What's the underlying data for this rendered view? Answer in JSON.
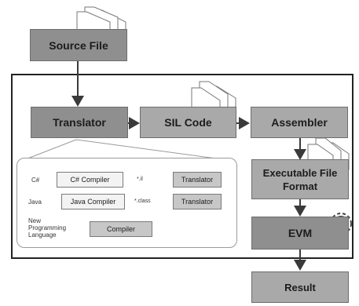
{
  "nodes": {
    "source_file": "Source File",
    "translator": "Translator",
    "sil_code": "SIL Code",
    "assembler": "Assembler",
    "executable_file_format": "Executable File Format",
    "evm": "EVM",
    "result": "Result"
  },
  "detail_panel": {
    "rows": [
      {
        "language": "C#",
        "compiler": "C# Compiler",
        "output": "*.il",
        "target": "Translator"
      },
      {
        "language": "Java",
        "compiler": "Java Compiler",
        "output": "*.class",
        "target": "Translator"
      },
      {
        "language": "New Programming Language",
        "compiler": "Compiler"
      }
    ]
  },
  "icons": {
    "document": "document-stack-icon",
    "gear": "gear-icon"
  },
  "colors": {
    "box_dark": "#8f8f8f",
    "box_mid": "#a9a9a9",
    "small_box": "#c7c7c7",
    "frame": "#222222"
  }
}
